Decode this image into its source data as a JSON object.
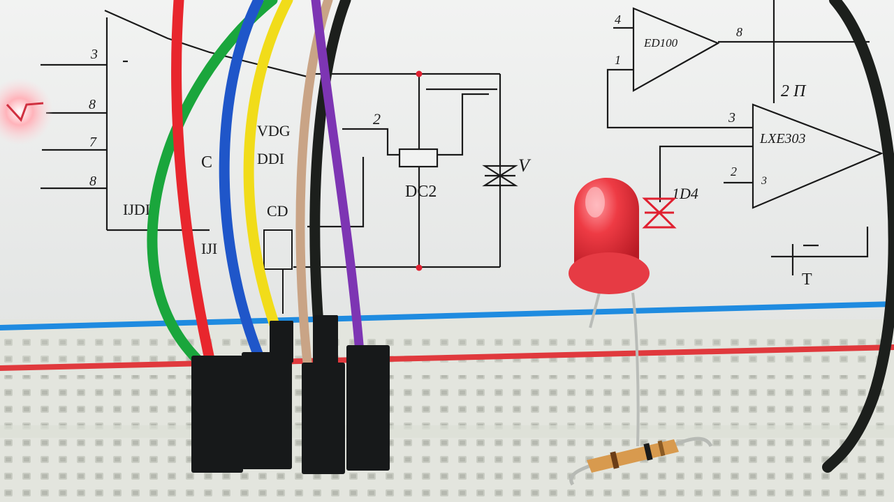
{
  "schematic": {
    "left_pin_numbers": [
      "3",
      "8",
      "7",
      "8"
    ],
    "left_chip_labels": [
      "C",
      "VDG",
      "DDI",
      "IJDI",
      "CD",
      "IJI"
    ],
    "middle_labels": [
      "2",
      "DC2"
    ],
    "diode_label_top": "V",
    "opamp_top": {
      "label": "ED100",
      "pins": [
        "4",
        "1",
        "8"
      ]
    },
    "opamp_bottom": {
      "label": "LXE303",
      "pins": [
        "3",
        "2",
        "3"
      ]
    },
    "right_labels": [
      "2 Π",
      "1D4"
    ],
    "ground_symbol_label": "T"
  },
  "colors": {
    "paper": "#eceeed",
    "breadboard": "#e4e6df",
    "rail_blue": "#1f8be0",
    "rail_red": "#e0393d",
    "wire_red": "#e8262d",
    "wire_green": "#1aa63c",
    "wire_blue": "#1f56c9",
    "wire_yellow": "#f1dc1a",
    "wire_tan": "#c9a486",
    "wire_black": "#1c1f1c",
    "wire_purple": "#7d35b3",
    "led": "#e8303a",
    "resistor": "#d89a4e"
  },
  "objects": {
    "wires": [
      "red",
      "green",
      "blue",
      "yellow",
      "tan",
      "black",
      "purple"
    ],
    "led": "red-led",
    "resistor": "resistor"
  }
}
